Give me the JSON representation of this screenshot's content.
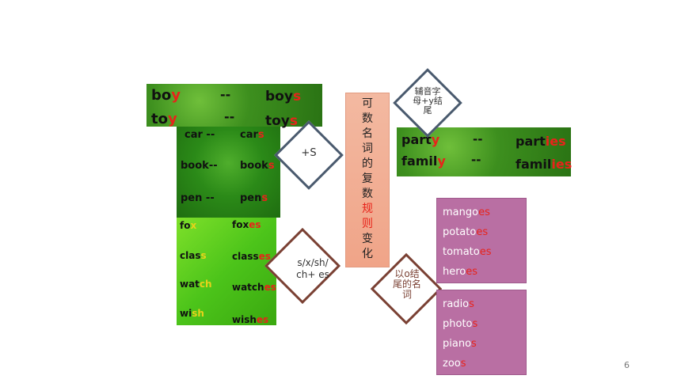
{
  "page_number": "6",
  "vertical_title": [
    "可",
    "数",
    "名",
    "词",
    "的",
    "复",
    "数",
    "规",
    "则",
    "变",
    "化"
  ],
  "vertical_title_red": [
    7,
    8
  ],
  "rule_plus_s": "+S",
  "rule_sxshch": [
    "s/x/sh/",
    "ch+ es"
  ],
  "rule_consonant_y": [
    "辅音字",
    "母+y结",
    "尾"
  ],
  "rule_o_ending": [
    "以o结",
    "尾的名",
    "词"
  ],
  "boy_toy": {
    "rows": [
      {
        "base": "bo",
        "base_hl": "y",
        "sep": "--",
        "plural": "boy",
        "plural_hl": "s"
      },
      {
        "base": "to",
        "base_hl": "y",
        "sep": "--",
        "plural": "toy",
        "plural_hl": "s"
      }
    ]
  },
  "car_book_pen": {
    "rows": [
      {
        "base": "car",
        "sep": "--",
        "plural": "car",
        "plural_hl": "s"
      },
      {
        "base": "book",
        "sep": "--",
        "plural": "book",
        "plural_hl": "s"
      },
      {
        "base": "pen",
        "sep": "--",
        "plural": "pen",
        "plural_hl": "s"
      }
    ]
  },
  "fox_class": {
    "rows": [
      {
        "base": "fo",
        "base_hl": "x",
        "plural": "fox",
        "plural_hl": "es"
      },
      {
        "base": "clas",
        "base_hl": "s",
        "plural": "class",
        "plural_hl": "es"
      },
      {
        "base": "wat",
        "base_hl": "ch",
        "plural": "watch",
        "plural_hl": "es"
      },
      {
        "base": "wi",
        "base_hl": "sh",
        "plural": "wish",
        "plural_hl": "es"
      }
    ]
  },
  "party_family": {
    "rows": [
      {
        "base": "part",
        "base_hl": "y",
        "sep": "--",
        "plural": "part",
        "plural_hl": "ies"
      },
      {
        "base": "famil",
        "base_hl": "y",
        "sep": "--",
        "plural": "famil",
        "plural_hl": "ies"
      }
    ]
  },
  "es_words": [
    {
      "stem": "mango",
      "suffix": "es"
    },
    {
      "stem": "potato",
      "suffix": "es"
    },
    {
      "stem": "tomato",
      "suffix": "es"
    },
    {
      "stem": "hero",
      "suffix": "es"
    }
  ],
  "s_words": [
    {
      "stem": "radio",
      "suffix": "s"
    },
    {
      "stem": "photo",
      "suffix": "s"
    },
    {
      "stem": "piano",
      "suffix": "s"
    },
    {
      "stem": "zoo",
      "suffix": "s"
    }
  ],
  "colors": {
    "red_highlight": "#e8231a",
    "yellow_highlight": "#e7d21a",
    "slate_border": "#4a5a6e",
    "brown_border": "#7a4033",
    "orange_box": "#f0a488",
    "purple_box": "#b96fa3"
  }
}
